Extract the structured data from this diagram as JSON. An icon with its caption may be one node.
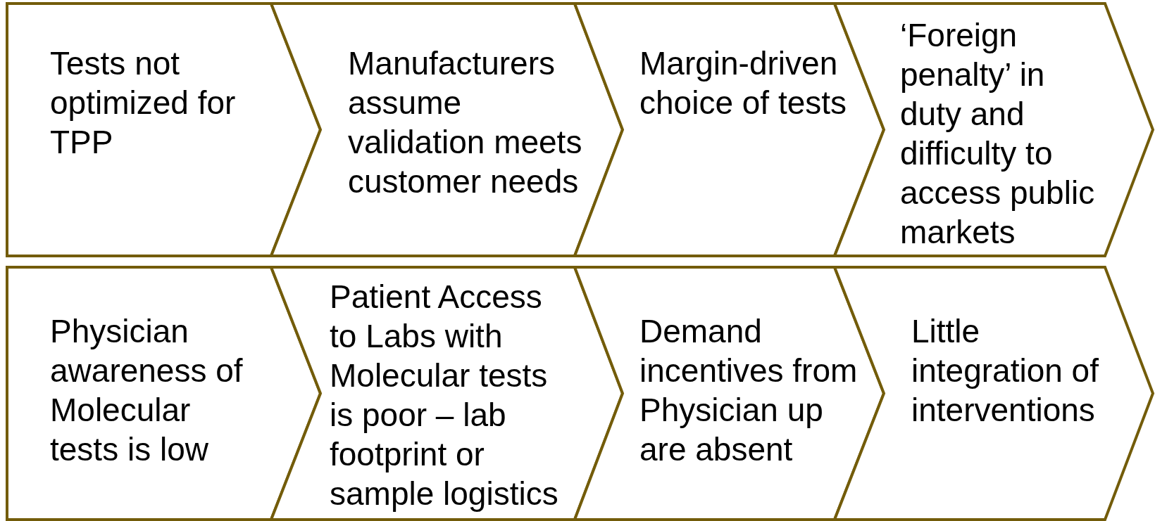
{
  "diagram": {
    "nodes": [
      {
        "text": [
          "Tests not optimized for TPP"
        ]
      },
      {
        "text": [
          "Manufacturers assume validation meets customer needs"
        ]
      },
      {
        "text": [
          "Margin-driven choice of tests"
        ]
      },
      {
        "text": [
          "‘Foreign penalty’ in duty and difficulty to access public markets"
        ]
      },
      {
        "text": [
          "Physician awareness of Molecular tests is low"
        ]
      },
      {
        "text": [
          "Patient Access to Labs with Molecular tests is poor – lab footprint or sample logistics"
        ]
      },
      {
        "text": [
          "Demand incentives from Physician up are absent"
        ]
      },
      {
        "text": [
          "Little integration of interventions"
        ]
      }
    ]
  }
}
